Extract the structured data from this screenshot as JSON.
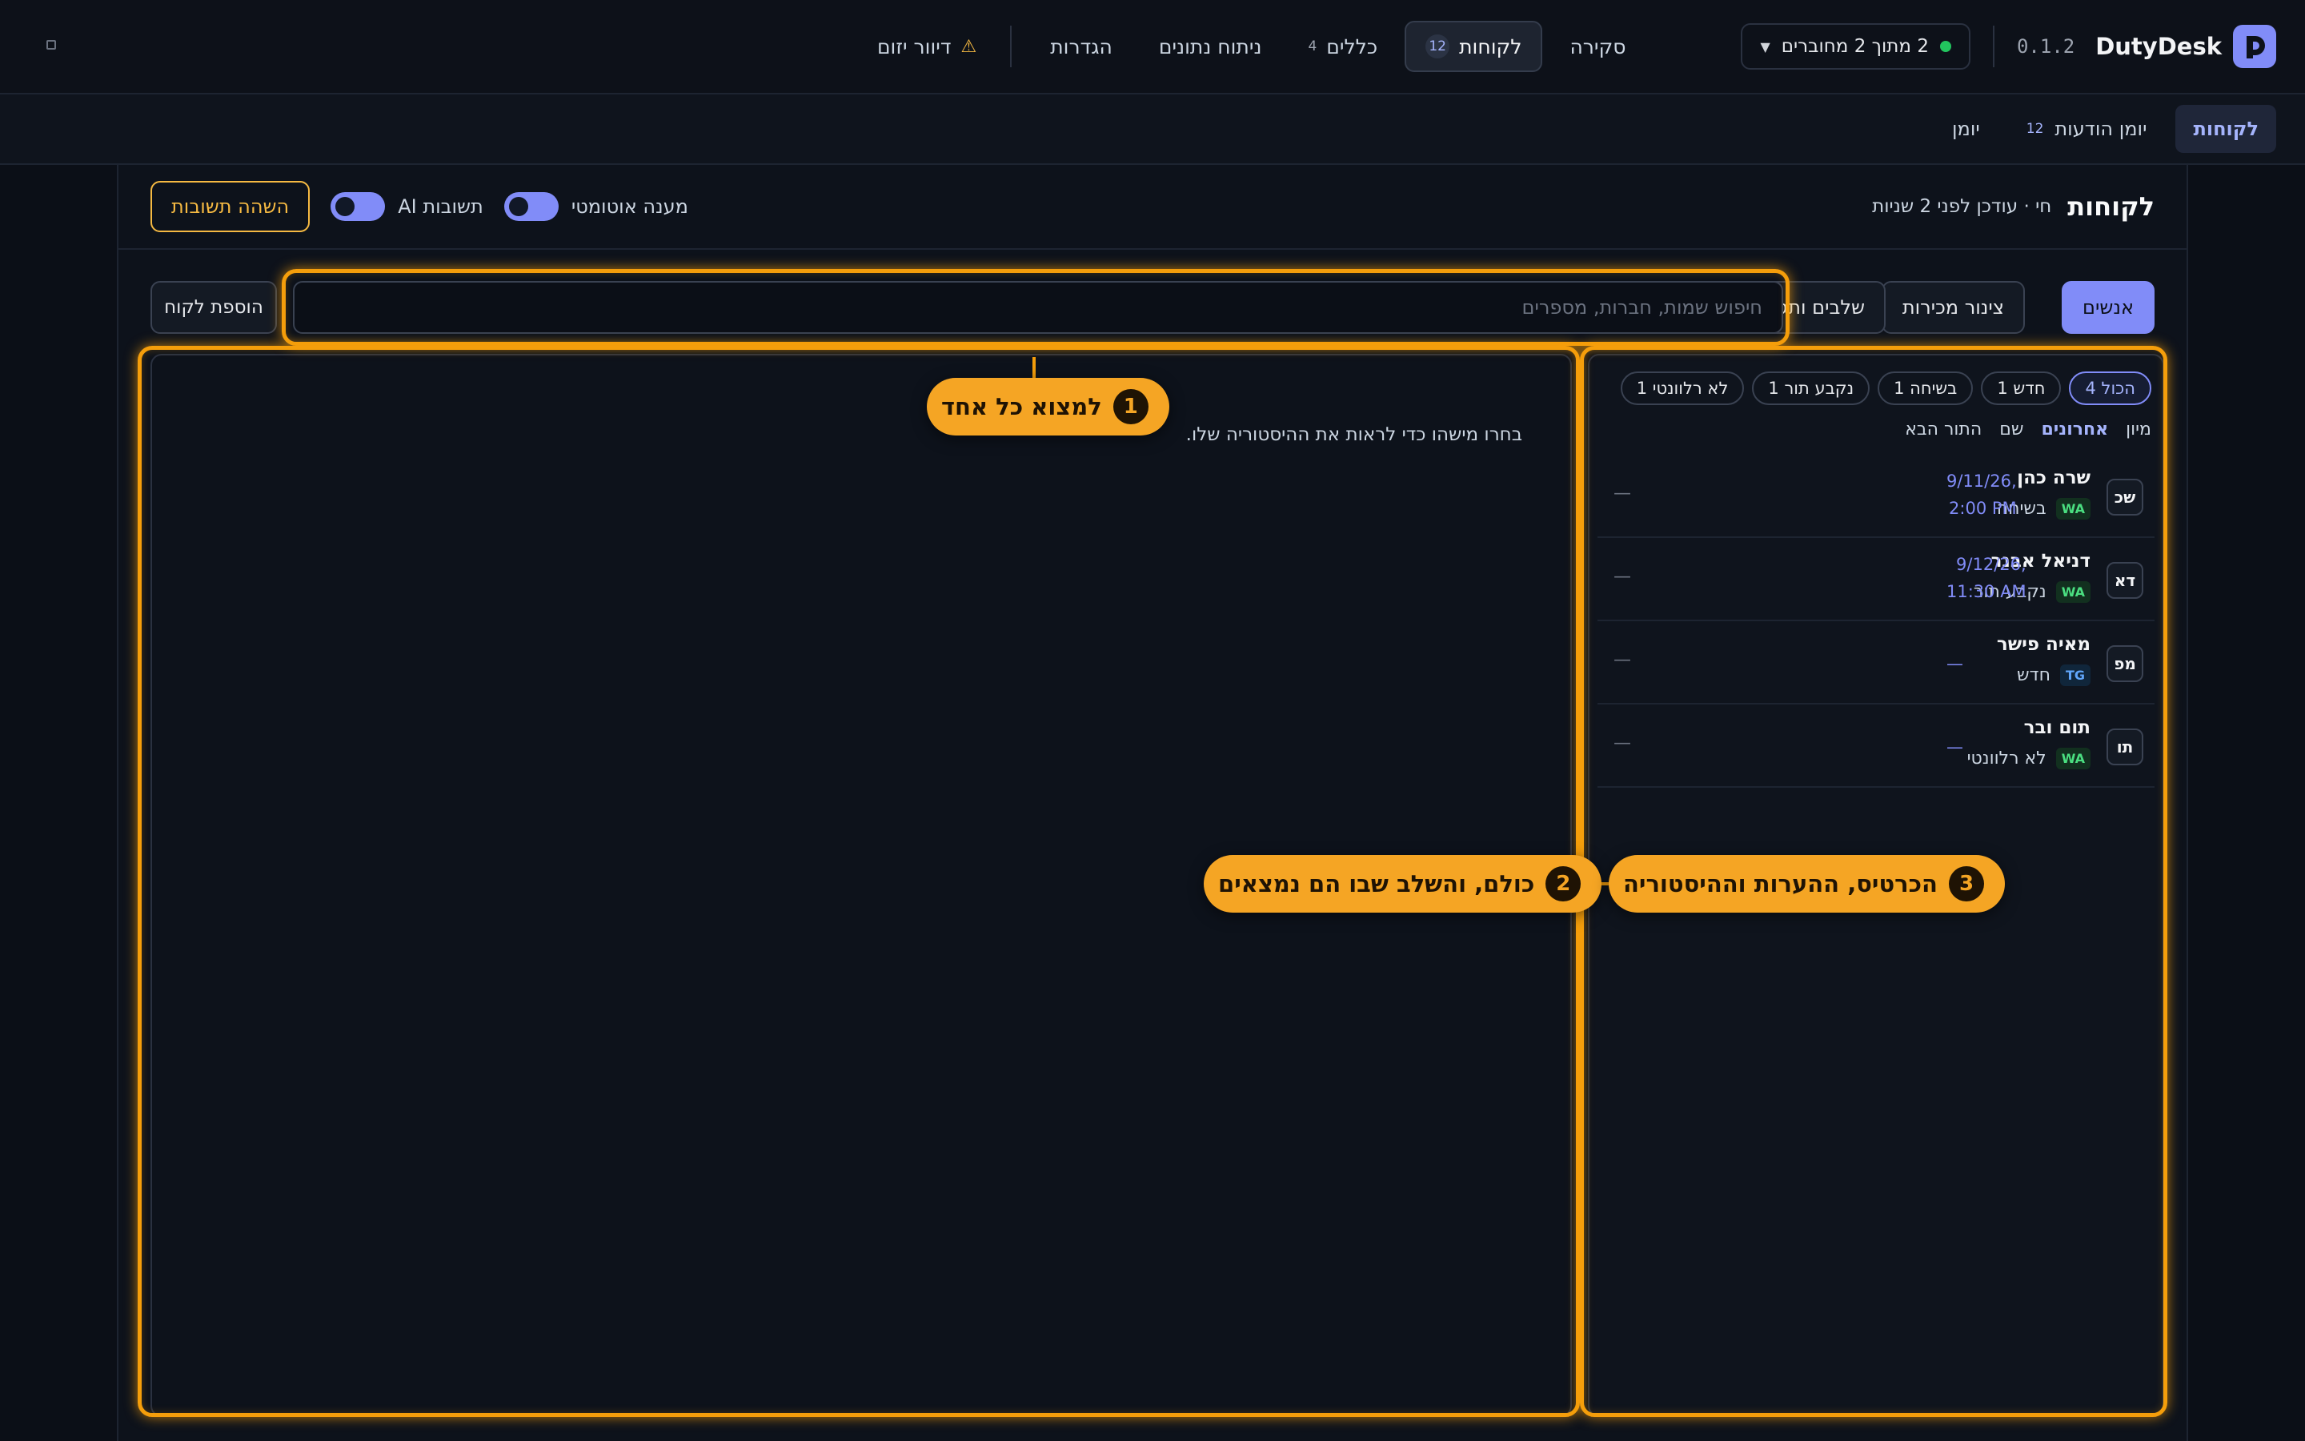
{
  "topbar": {
    "brand_name": "DutyDesk",
    "version": "0.1.2",
    "connectors_label": "2 מתוך 2 מחוברים",
    "nav": [
      {
        "label": "סקירה",
        "count": ""
      },
      {
        "label": "לקוחות",
        "count": "12"
      },
      {
        "label": "כללים",
        "count": "4"
      },
      {
        "label": "ניתוח נתונים",
        "count": ""
      },
      {
        "label": "הגדרות",
        "count": ""
      }
    ],
    "warning_label": "דיוור יזום"
  },
  "subnav": [
    {
      "label": "לקוחות",
      "count": ""
    },
    {
      "label": "יומן הודעות",
      "count": "12"
    },
    {
      "label": "יומן",
      "count": ""
    }
  ],
  "header": {
    "title": "לקוחות",
    "subtitle": "חי · עודכן לפני 2 שניות",
    "auto_reply_label": "מענה אוטומטי",
    "ai_replies_label": "תשובות AI",
    "pause_label": "השהה תשובות"
  },
  "toolbar": {
    "tabs": [
      "אנשים",
      "צינור מכירות",
      "שלבים ותגיות"
    ],
    "search_placeholder": "חיפוש שמות, חברות, מספרים",
    "add_label": "הוספת לקוח"
  },
  "filters": [
    "הכול 4",
    "חדש 1",
    "בשיחה 1",
    "נקבע תור 1",
    "לא רלוונטי 1"
  ],
  "sort": {
    "label": "מיון",
    "options": [
      "אחרונים",
      "שם",
      "התור הבא"
    ]
  },
  "customers": [
    {
      "initials": "שכ",
      "name": "שרה כהן",
      "channel": "WA",
      "stage": "בשיחה",
      "when_line1": "9/11/26,",
      "when_line2": "2:00 PM",
      "last": "—"
    },
    {
      "initials": "דא",
      "name": "דניאל אבנר",
      "channel": "WA",
      "stage": "נקבע תור",
      "when_line1": "9/12/26,",
      "when_line2": "11:30 AM",
      "last": "—"
    },
    {
      "initials": "מפ",
      "name": "מאיה פישר",
      "channel": "TG",
      "stage": "חדש",
      "when_line1": "—",
      "when_line2": "",
      "last": "—"
    },
    {
      "initials": "תו",
      "name": "תום ובר",
      "channel": "WA",
      "stage": "לא רלוונטי",
      "when_line1": "—",
      "when_line2": "",
      "last": "—"
    }
  ],
  "detail": {
    "empty_text": "בחרו מישהו כדי לראות את ההיסטוריה שלו."
  },
  "callouts": [
    {
      "num": "1",
      "text": "למצוא כל אחד"
    },
    {
      "num": "2",
      "text": "כולם, והשלב שבו הם נמצאים"
    },
    {
      "num": "3",
      "text": "הכרטיס, ההערות וההיסטוריה"
    }
  ],
  "colors": {
    "accent": "#818cf8",
    "highlight": "#f59e0b",
    "callout": "#f5a524",
    "whatsapp": "#4ade80",
    "telegram": "#60a5fa"
  }
}
